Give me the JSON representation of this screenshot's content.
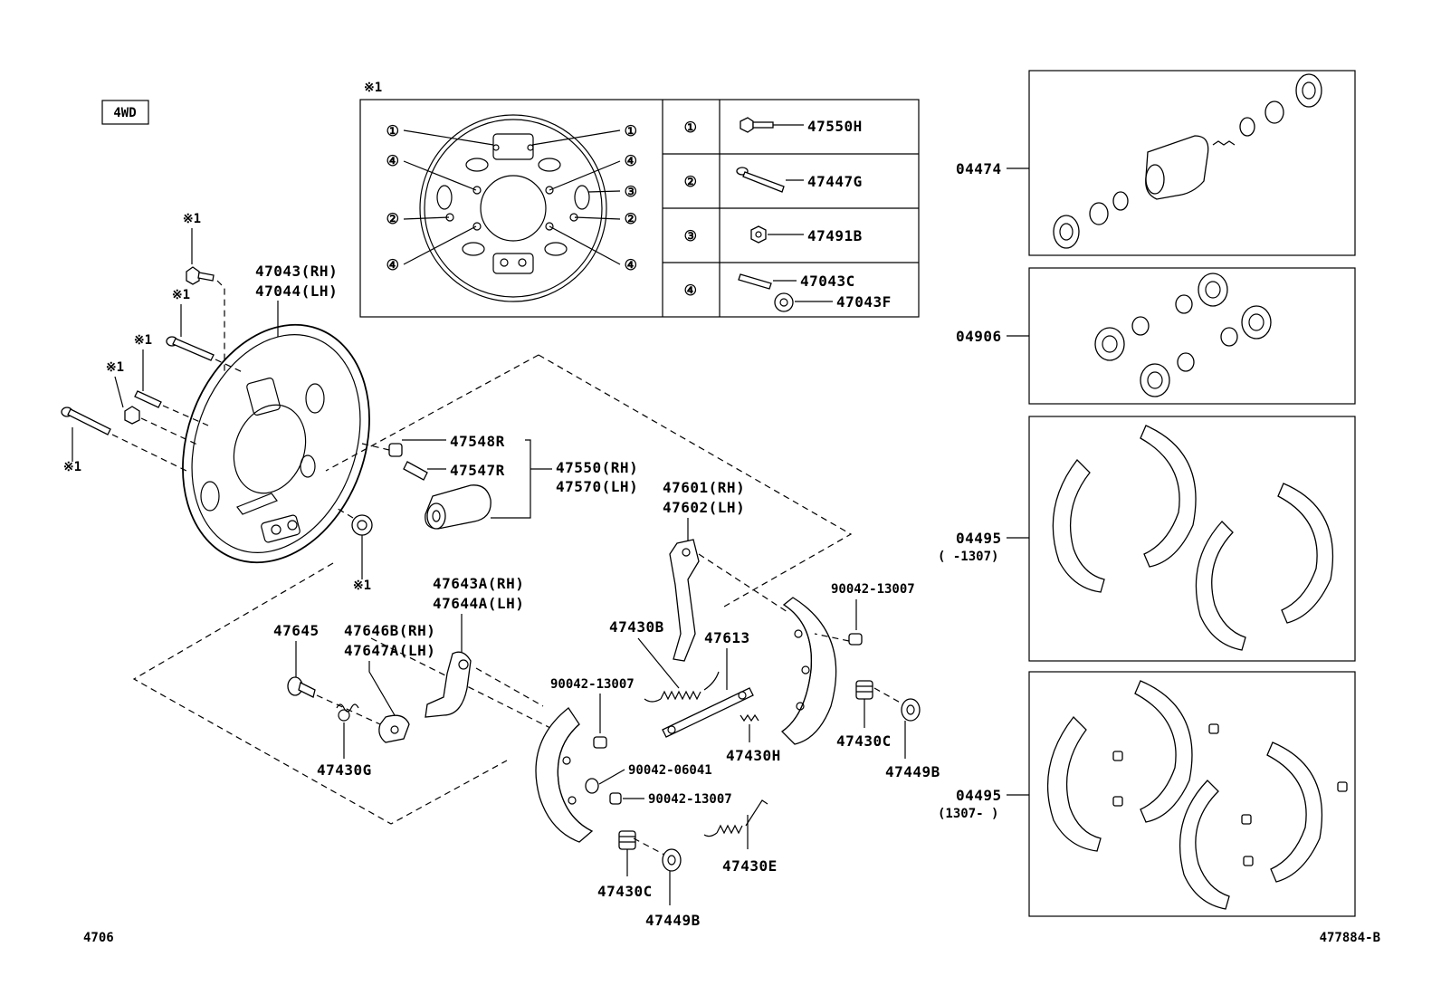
{
  "badge": "4WD",
  "ref_mark": "※1",
  "inset": {
    "callouts": [
      "①",
      "②",
      "③",
      "④"
    ],
    "rows": [
      {
        "num": "①",
        "parts": [
          "47550H"
        ]
      },
      {
        "num": "②",
        "parts": [
          "47447G"
        ]
      },
      {
        "num": "③",
        "parts": [
          "47491B"
        ]
      },
      {
        "num": "④",
        "parts": [
          "47043C",
          "47043F"
        ]
      }
    ]
  },
  "parts": {
    "backing_plate": [
      "47043(RH)",
      "47044(LH)"
    ],
    "bleeder_cap": "47548R",
    "bleeder_plug": "47547R",
    "wheel_cylinder": [
      "47550(RH)",
      "47570(LH)"
    ],
    "strut": [
      "47601(RH)",
      "47602(LH)"
    ],
    "lever": [
      "47643A(RH)",
      "47644A(LH)"
    ],
    "pin": "47645",
    "adjusting_lever": [
      "47646B(RH)",
      "47647A(LH)"
    ],
    "spring_b": "47430B",
    "adjuster": "47613",
    "spring_g": "47430G",
    "spring_h": "47430H",
    "spring_e": "47430E",
    "spring_c_right": "47430C",
    "spring_c_bottom": "47430C",
    "cup_right": "47449B",
    "cup_bottom": "47449B",
    "clip_top_right": "90042-13007",
    "clip_mid": "90042-13007",
    "clip_06041": "90042-06041",
    "clip_low": "90042-13007"
  },
  "kits": [
    {
      "code": "04474",
      "note": ""
    },
    {
      "code": "04906",
      "note": ""
    },
    {
      "code": "04495",
      "note": "(     -1307)"
    },
    {
      "code": "04495",
      "note": "(1307-     )"
    }
  ],
  "footer": {
    "left": "4706",
    "right": "477884-B"
  }
}
